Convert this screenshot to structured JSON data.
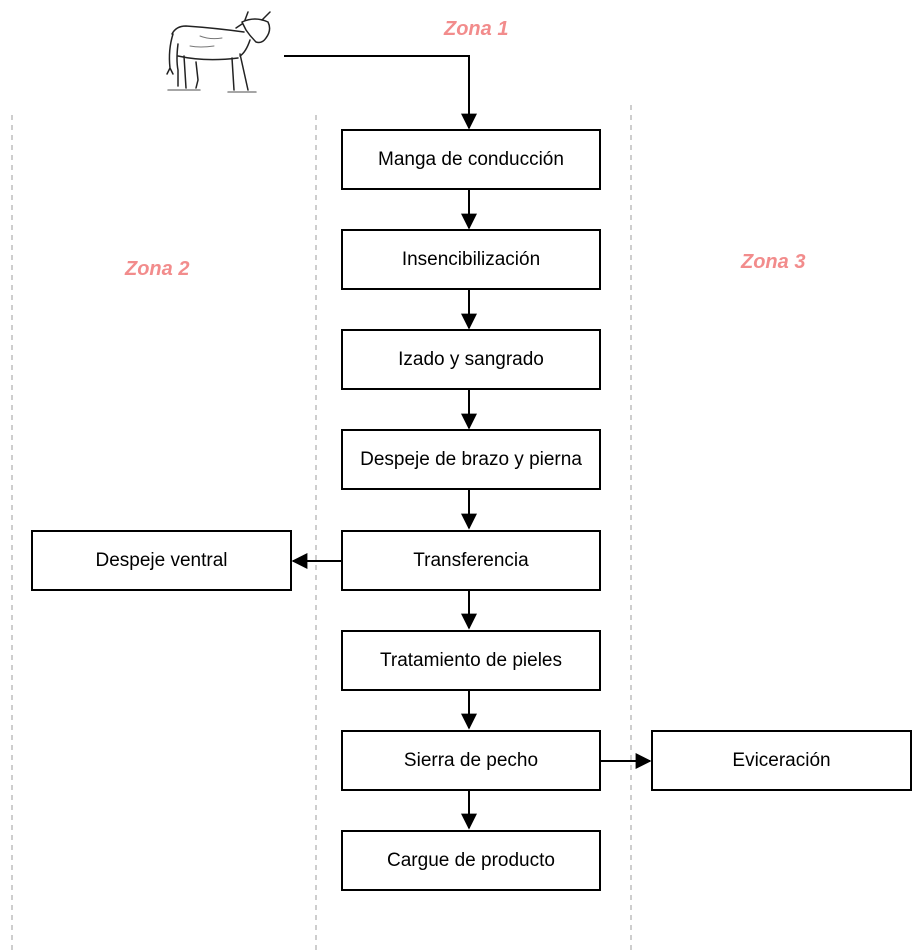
{
  "zones": {
    "zone1": "Zona 1",
    "zone2": "Zona 2",
    "zone3": "Zona 3"
  },
  "steps": {
    "manga": "Manga de conducción",
    "insensibilizacion": "Insencibilización",
    "izado": "Izado y sangrado",
    "despeje_brazo": "Despeje de brazo y pierna",
    "transferencia": "Transferencia",
    "tratamiento": "Tratamiento de pieles",
    "sierra": "Sierra de pecho",
    "cargue": "Cargue de producto",
    "despeje_ventral": "Despeje ventral",
    "eviceracion": "Eviceración"
  },
  "icons": {
    "start": "cow-icon"
  }
}
